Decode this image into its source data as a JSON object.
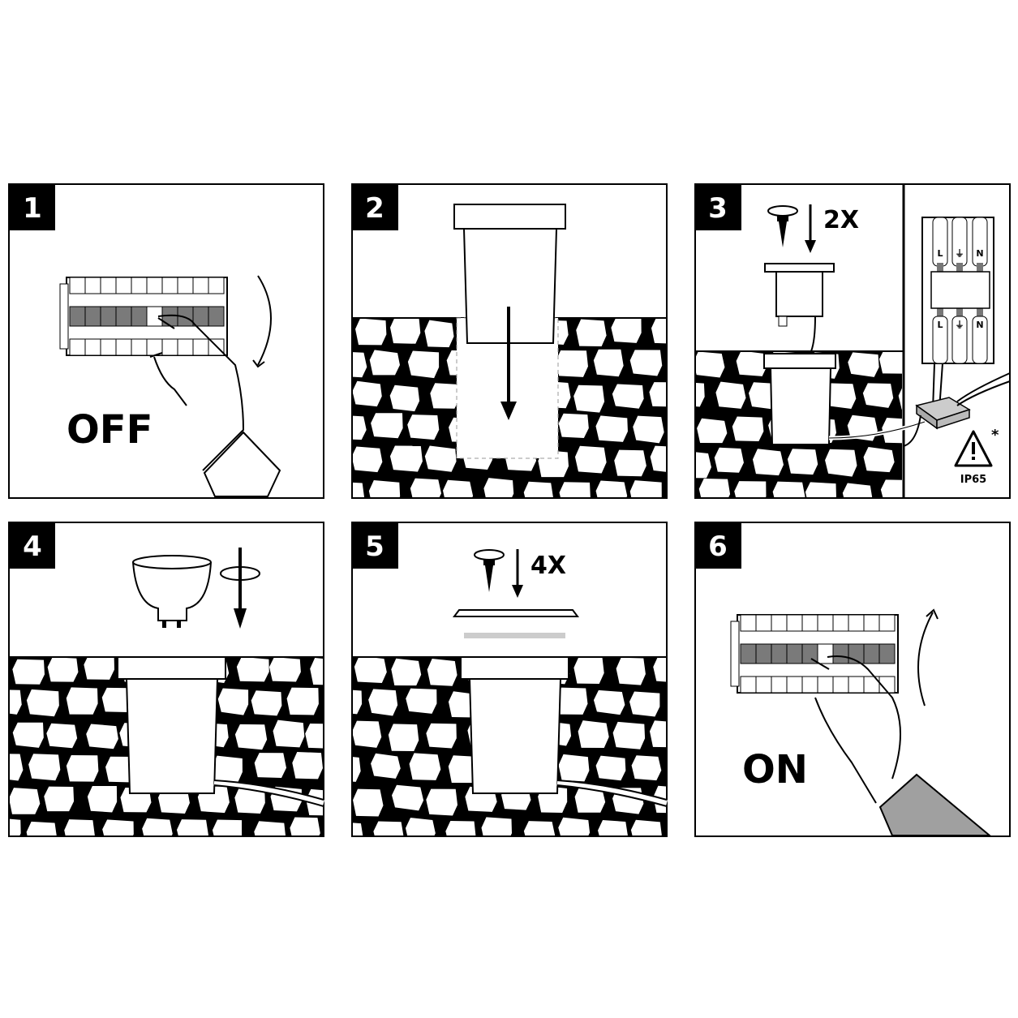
{
  "steps": [
    {
      "number": "1",
      "caption": "OFF"
    },
    {
      "number": "2"
    },
    {
      "number": "3",
      "multiplier": "2X",
      "terminal_labels": [
        "L",
        "⏚",
        "N"
      ],
      "warning_mark": "*",
      "rating": "IP65"
    },
    {
      "number": "4"
    },
    {
      "number": "5",
      "multiplier": "4X"
    },
    {
      "number": "6",
      "caption": "ON"
    }
  ],
  "colors": {
    "ink": "#000000",
    "switch_gray": "#7a7a7a",
    "sleeve_gray": "#a0a0a0",
    "plate_gray": "#cccccc"
  }
}
